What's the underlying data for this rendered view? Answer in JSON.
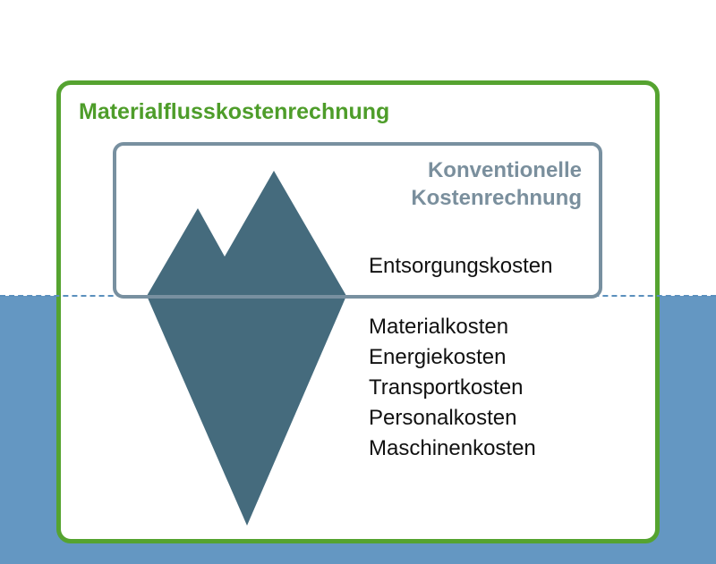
{
  "colors": {
    "water": "#6497c2",
    "waterline": "#5a8fbd",
    "outer_border": "#55a330",
    "outer_title": "#4e9d2a",
    "inner_border": "#7890a0",
    "inner_title": "#7a8f9d",
    "iceberg": "#456b7d"
  },
  "outer": {
    "title": "Materialflusskostenrechnung"
  },
  "inner": {
    "title_lines": [
      "Konventionelle",
      "Kostenrechnung"
    ]
  },
  "above_water": {
    "cost": "Entsorgungskosten"
  },
  "below_water": {
    "costs": [
      "Materialkosten",
      "Energiekosten",
      "Transportkosten",
      "Personalkosten",
      "Maschinenkosten"
    ]
  }
}
